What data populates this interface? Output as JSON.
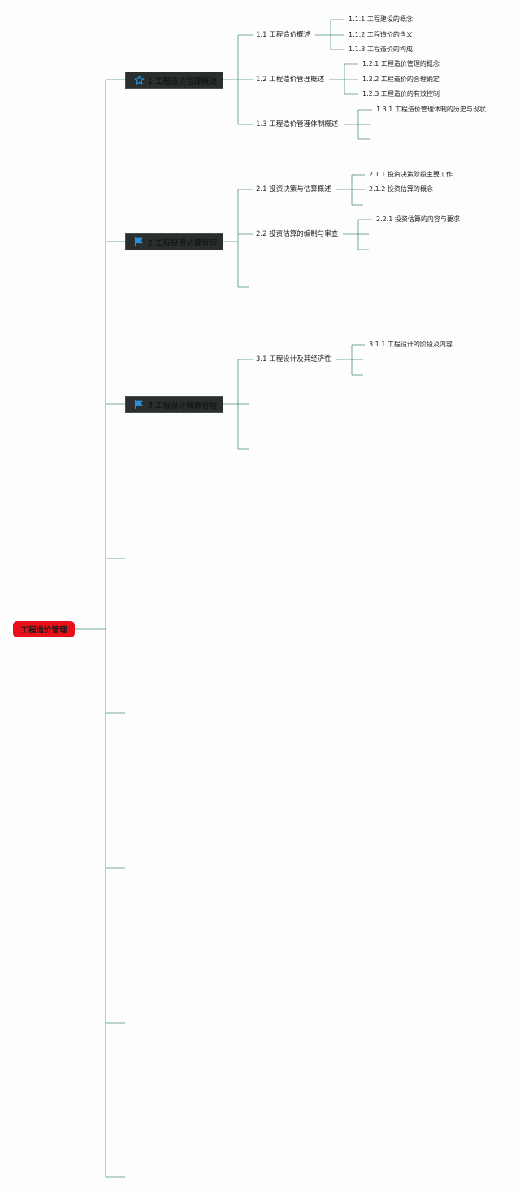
{
  "root": {
    "label": "工程造价管理"
  },
  "colors": {
    "root_fill": "#e8101a",
    "main_fill": "#2b2e2e",
    "connector": "#4e8f86",
    "icon_blue": "#2b8fd6"
  },
  "branches": [
    {
      "label": "1 工程造价管理概论",
      "icon": "star-outline-icon",
      "children": [
        {
          "label": "1.1 工程造价概述",
          "children": [
            {
              "label": "1.1.1 工程建设的概念"
            },
            {
              "label": "1.1.2 工程造价的含义"
            },
            {
              "label": "1.1.3 工程造价的构成"
            }
          ]
        },
        {
          "label": "1.2 工程造价管理概述",
          "children": [
            {
              "label": "1.2.1 工程造价管理的概念"
            },
            {
              "label": "1.2.2 工程造价的合理确定"
            },
            {
              "label": "1.2.3 工程造价的有效控制"
            }
          ]
        },
        {
          "label": "1.3 工程造价管理体制概述",
          "children": [
            {
              "label": "1.3.1 工程造价管理体制的历史与现状"
            },
            {
              "label": ""
            }
          ]
        }
      ]
    },
    {
      "label": "2 工程投资估算管理",
      "icon": "flag-icon",
      "children": [
        {
          "label": "2.1 投资决策与估算概述",
          "children": [
            {
              "label": "2.1.1 投资决策阶段主要工作"
            },
            {
              "label": "2.1.2 投资估算的概念"
            }
          ]
        },
        {
          "label": "2.2 投资估算的编制与审查",
          "children": [
            {
              "label": "2.2.1 投资估算的内容与要求"
            },
            {
              "label": ""
            }
          ]
        },
        {
          "label": "",
          "children": []
        }
      ]
    },
    {
      "label": "3 工程设计概算管理",
      "icon": "flag-icon",
      "children": [
        {
          "label": "3.1 工程设计及其经济性",
          "children": [
            {
              "label": "3.1.1 工程设计的阶段及内容"
            },
            {
              "label": ""
            }
          ]
        },
        {
          "label": "",
          "children": []
        },
        {
          "label": "",
          "children": []
        }
      ]
    },
    {
      "label": "",
      "children": []
    },
    {
      "label": "",
      "children": []
    },
    {
      "label": "",
      "children": []
    },
    {
      "label": "",
      "children": []
    },
    {
      "label": "",
      "children": []
    }
  ]
}
